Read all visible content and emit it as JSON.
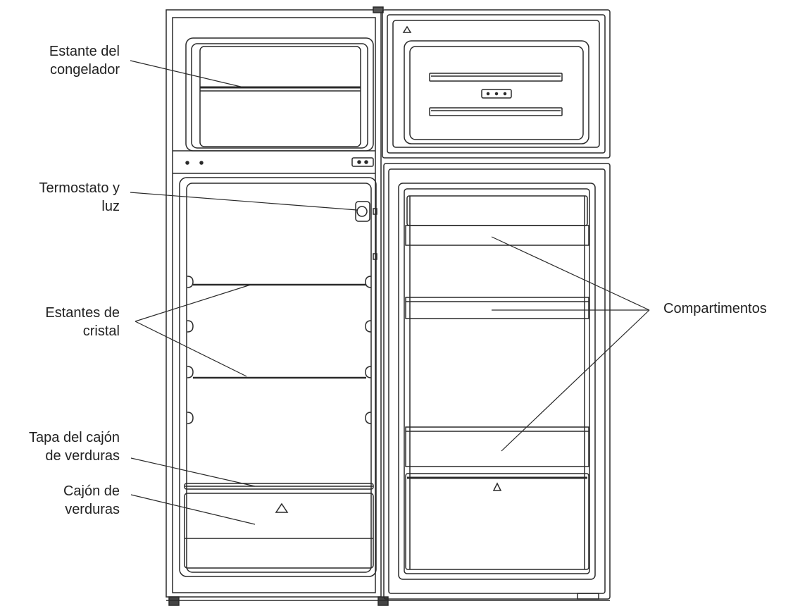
{
  "labels": {
    "freezer_shelf": [
      "Estante del",
      "congelador"
    ],
    "thermostat": [
      "Termostato y",
      "luz"
    ],
    "glass_shelves": [
      "Estantes de",
      "cristal"
    ],
    "crisper_cover": [
      "Tapa del cajón",
      "de verduras"
    ],
    "crisper": [
      "Cajón de",
      "verduras"
    ],
    "compartments": "Compartimentos"
  },
  "colors": {
    "line": "#2a2a2a",
    "background": "#ffffff",
    "text": "#222222"
  }
}
